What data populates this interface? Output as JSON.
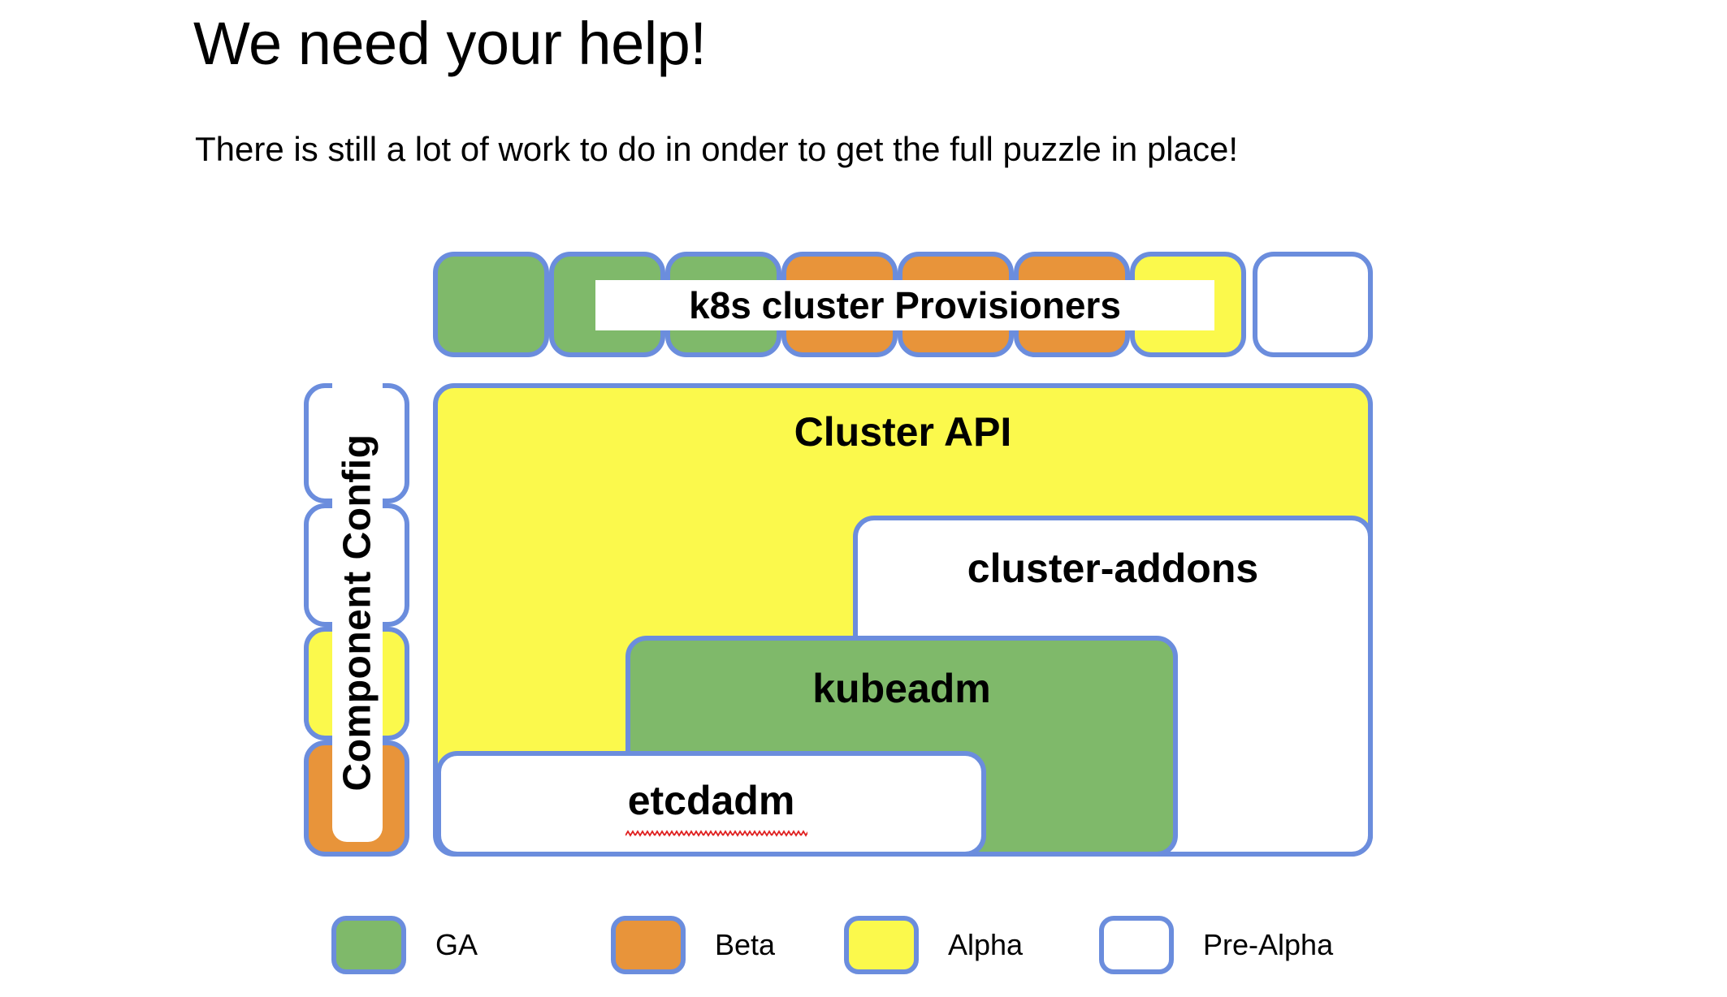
{
  "slide": {
    "title": "We need your help!",
    "subtitle": "There is still a lot of work to do in onder to get the full puzzle in place!"
  },
  "colors": {
    "border": "#6b8ddd",
    "ga": "#7fb96a",
    "beta": "#e8943a",
    "alpha": "#fbf94c",
    "pre_alpha": "#ffffff"
  },
  "diagram": {
    "provisioners_row": {
      "label": "k8s cluster Provisioners",
      "boxes": [
        {
          "status": "ga"
        },
        {
          "status": "ga"
        },
        {
          "status": "ga"
        },
        {
          "status": "beta"
        },
        {
          "status": "beta"
        },
        {
          "status": "beta"
        },
        {
          "status": "alpha"
        },
        {
          "status": "pre_alpha"
        }
      ]
    },
    "component_config": {
      "label": "Component Config",
      "boxes": [
        {
          "status": "pre_alpha"
        },
        {
          "status": "pre_alpha"
        },
        {
          "status": "alpha"
        },
        {
          "status": "beta"
        }
      ]
    },
    "stack": [
      {
        "label": "Cluster API",
        "status": "alpha"
      },
      {
        "label": "cluster-addons",
        "status": "pre_alpha"
      },
      {
        "label": "kubeadm",
        "status": "ga"
      },
      {
        "label": "etcdadm",
        "status": "pre_alpha",
        "misspelled": true
      }
    ]
  },
  "legend": {
    "items": [
      {
        "label": "GA",
        "status": "ga"
      },
      {
        "label": "Beta",
        "status": "beta"
      },
      {
        "label": "Alpha",
        "status": "alpha"
      },
      {
        "label": "Pre-Alpha",
        "status": "pre_alpha"
      }
    ]
  }
}
